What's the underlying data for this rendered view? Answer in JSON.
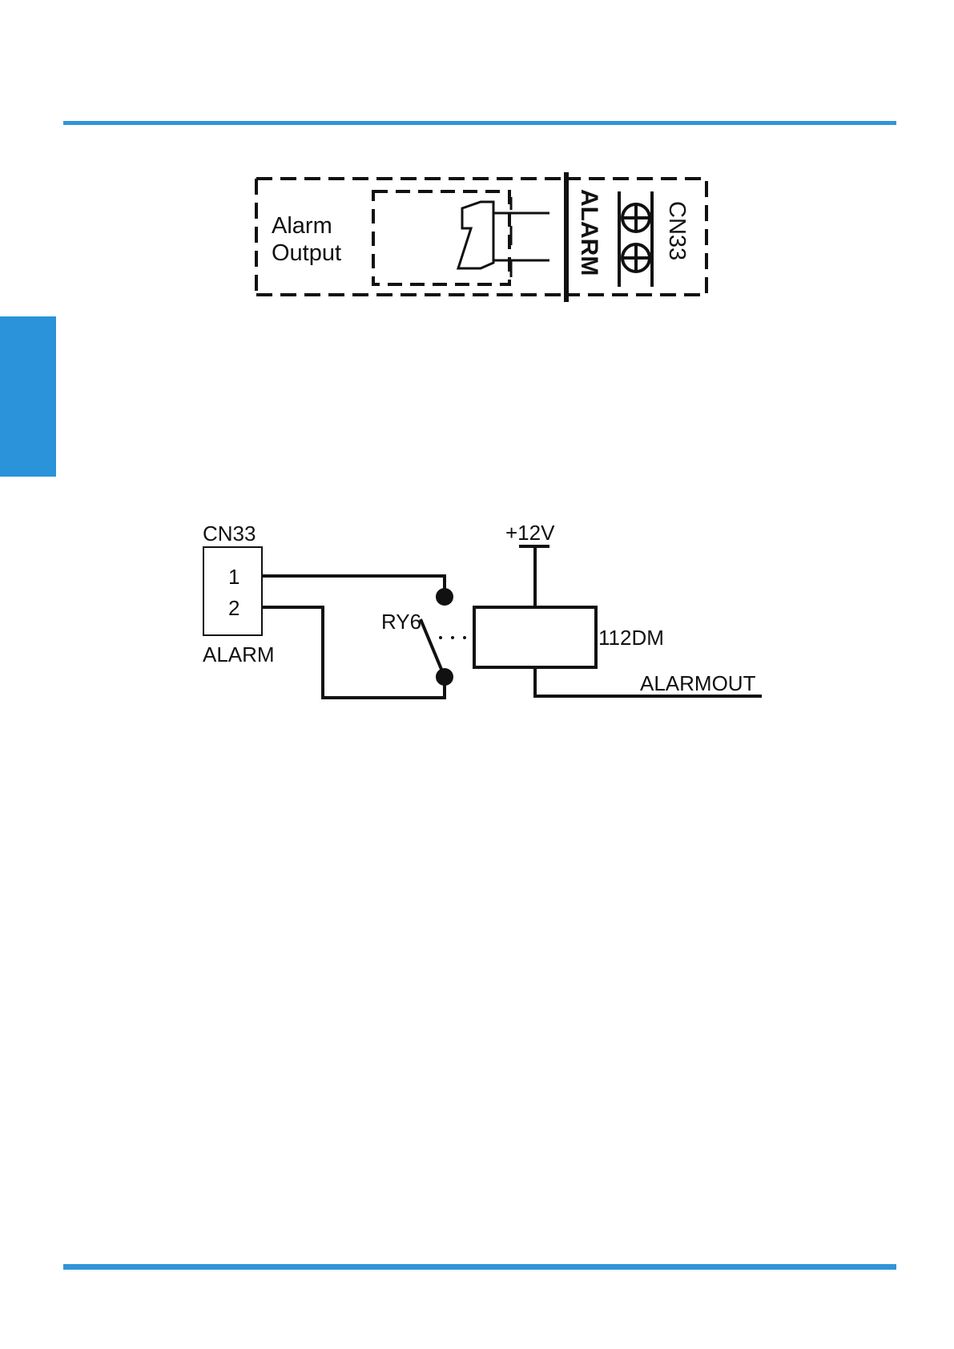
{
  "colors": {
    "accent": "#2f96d8",
    "line": "#111111"
  },
  "connector_figure": {
    "output_label_line1": "Alarm",
    "output_label_line2": "Output",
    "terminal_label": "ALARM",
    "connector_label": "CN33"
  },
  "schematic": {
    "connector_name": "CN33",
    "pin1": "1",
    "pin2": "2",
    "connector_caption": "ALARM",
    "relay_name": "RY6",
    "supply_label": "+12V",
    "coil_label": "112DM",
    "output_net": "ALARMOUT"
  }
}
